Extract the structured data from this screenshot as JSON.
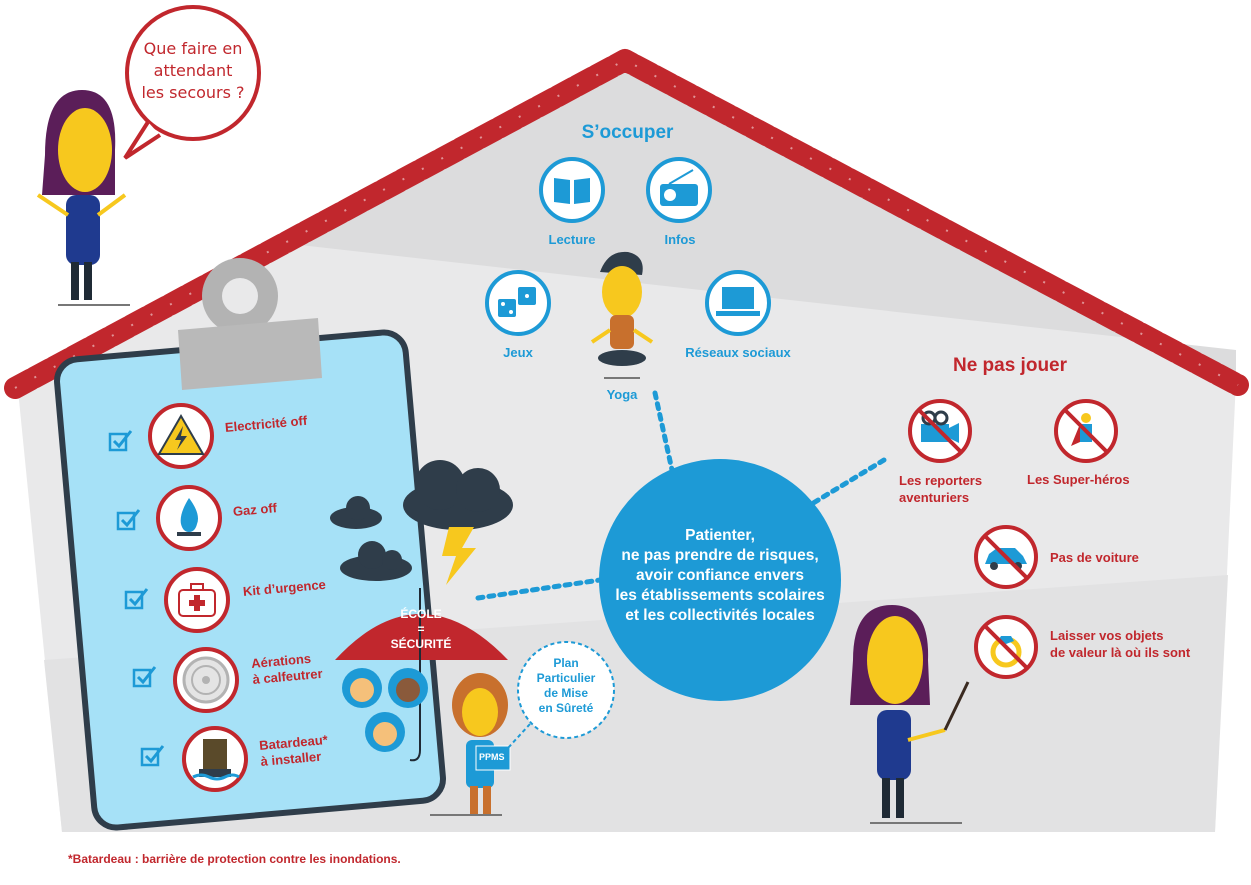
{
  "speech_bubble": {
    "line1": "Que faire en",
    "line2": "attendant",
    "line3": "les secours ?"
  },
  "s_occuper": {
    "title": "S’occuper",
    "items": [
      {
        "label": "Lecture",
        "icon": "book-icon"
      },
      {
        "label": "Infos",
        "icon": "radio-icon"
      },
      {
        "label": "Jeux",
        "icon": "dice-icon"
      },
      {
        "label": "Réseaux sociaux",
        "icon": "laptop-icon"
      },
      {
        "label": "Yoga",
        "icon": "yoga-person-icon"
      }
    ]
  },
  "ne_pas_jouer": {
    "title": "Ne pas jouer",
    "items": [
      {
        "label_line1": "Les reporters",
        "label_line2": "aventuriers",
        "icon": "no-camera-icon"
      },
      {
        "label_line1": "Les Super-héros",
        "label_line2": "",
        "icon": "no-superhero-icon"
      }
    ]
  },
  "right_items": [
    {
      "label_line1": "Pas de voiture",
      "label_line2": "",
      "icon": "no-car-icon"
    },
    {
      "label_line1": "Laisser vos objets",
      "label_line2": "de valeur là où ils sont",
      "icon": "ring-icon"
    }
  ],
  "center_message": {
    "line1": "Patienter,",
    "line2": "ne pas prendre de risques,",
    "line3": "avoir confiance envers",
    "line4": "les établissements scolaires",
    "line5": "et les collectivités locales"
  },
  "checklist": [
    {
      "label_line1": "Electricité off",
      "label_line2": "",
      "icon": "lightning-warning-icon"
    },
    {
      "label_line1": "Gaz off",
      "label_line2": "",
      "icon": "gas-flame-icon"
    },
    {
      "label_line1": "Kit d’urgence",
      "label_line2": "",
      "icon": "first-aid-kit-icon"
    },
    {
      "label_line1": "Aérations",
      "label_line2": "à calfeutrer",
      "icon": "ventilation-icon"
    },
    {
      "label_line1": "Batardeau*",
      "label_line2": "à installer",
      "icon": "flood-door-icon"
    }
  ],
  "umbrella": {
    "line1": "ÉCOLE",
    "line2": "=",
    "line3": "SÉCURITÉ"
  },
  "plan_bubble": {
    "line1": "Plan",
    "line2": "Particulier",
    "line3": "de Mise",
    "line4": "en Sûreté"
  },
  "ppms_sign": "PPMS",
  "footnote": "*Batardeau : barrière de protection contre les inondations.",
  "colors": {
    "red": "#c1272d",
    "blue": "#1d9ad6",
    "light_blue": "#a6e1f7",
    "dark_cloud": "#2f3d4a",
    "yellow": "#f7c81e"
  }
}
